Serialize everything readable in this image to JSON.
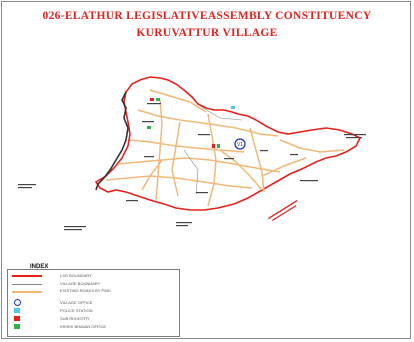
{
  "map": {
    "title_line1": "026-ELATHUR  LEGISLATIVEASSEMBLY  CONSTITUENCY",
    "title_line2": "KURUVATTUR VILLAGE",
    "title_color": "#e8201c",
    "boundary_color": "#e8201c",
    "road_color": "#f2b877",
    "river_color": "#333333",
    "marker_label": "V1"
  },
  "legend": {
    "title": "INDEX",
    "items": [
      {
        "symbol": "red-line-icon",
        "text": "LSG BOUNDARY"
      },
      {
        "symbol": "grey-line-icon",
        "text": "VILLAGE BOUNDARY"
      },
      {
        "symbol": "road-line-icon",
        "text": "EXISTING ROADS BY PWD"
      },
      {
        "symbol": "blue-circle-icon",
        "text": "VILLAGE OFFICE"
      },
      {
        "symbol": "cyan-square-icon",
        "text": "POLICE STATION"
      },
      {
        "symbol": "red-square-icon",
        "text": "SUB REGISTRY"
      },
      {
        "symbol": "green-square-icon",
        "text": "KRISHI BHAVAN OFFICE"
      }
    ]
  }
}
